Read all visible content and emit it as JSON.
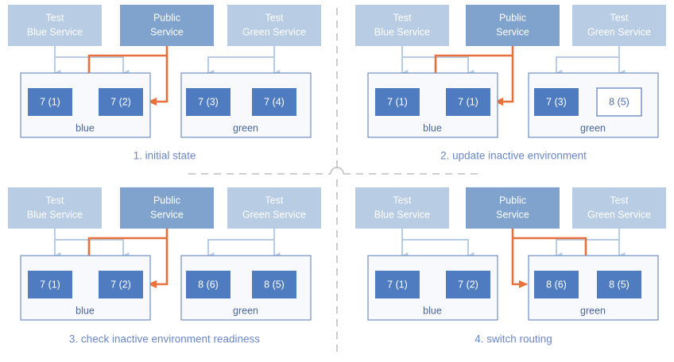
{
  "colors": {
    "test_service_fill": "#b8cce4",
    "public_service_fill": "#7fa3cc",
    "active_box_fill": "#4f7cc0",
    "inactive_box_fill": "#ffffff",
    "inactive_box_stroke": "#6b8ec4",
    "env_container_fill": "#f7f9fc",
    "env_container_stroke": "#7090c0",
    "test_arrow": "#b8cce4",
    "public_arrow": "#e8703a",
    "caption_text": "#6b86c4",
    "env_label_text": "#4a6598",
    "service_text": "#ffffff",
    "divider": "#bfbfbf"
  },
  "services": {
    "test_blue": {
      "line1": "Test",
      "line2": "Blue Service"
    },
    "public": {
      "line1": "Public",
      "line2": "Service"
    },
    "test_green": {
      "line1": "Test",
      "line2": "Green Service"
    }
  },
  "environments": {
    "blue_label": "blue",
    "green_label": "green"
  },
  "panels": [
    {
      "id": "panel-1",
      "caption": "1. initial state",
      "blue_boxes": [
        {
          "label": "7 (1)",
          "state": "active"
        },
        {
          "label": "7 (2)",
          "state": "active"
        }
      ],
      "green_boxes": [
        {
          "label": "7 (3)",
          "state": "active"
        },
        {
          "label": "7 (4)",
          "state": "active"
        }
      ],
      "public_routes_to": "blue"
    },
    {
      "id": "panel-2",
      "caption": "2. update inactive environment",
      "blue_boxes": [
        {
          "label": "7 (1)",
          "state": "active"
        },
        {
          "label": "7 (1)",
          "state": "active"
        }
      ],
      "green_boxes": [
        {
          "label": "7 (3)",
          "state": "active"
        },
        {
          "label": "8 (5)",
          "state": "inactive"
        }
      ],
      "public_routes_to": "blue"
    },
    {
      "id": "panel-3",
      "caption": "3. check inactive environment readiness",
      "blue_boxes": [
        {
          "label": "7 (1)",
          "state": "active"
        },
        {
          "label": "7 (2)",
          "state": "active"
        }
      ],
      "green_boxes": [
        {
          "label": "8 (6)",
          "state": "active"
        },
        {
          "label": "8 (5)",
          "state": "active"
        }
      ],
      "public_routes_to": "blue"
    },
    {
      "id": "panel-4",
      "caption": "4. switch routing",
      "blue_boxes": [
        {
          "label": "7 (1)",
          "state": "active"
        },
        {
          "label": "7 (2)",
          "state": "active"
        }
      ],
      "green_boxes": [
        {
          "label": "8 (6)",
          "state": "active"
        },
        {
          "label": "8 (5)",
          "state": "active"
        }
      ],
      "public_routes_to": "green"
    }
  ]
}
